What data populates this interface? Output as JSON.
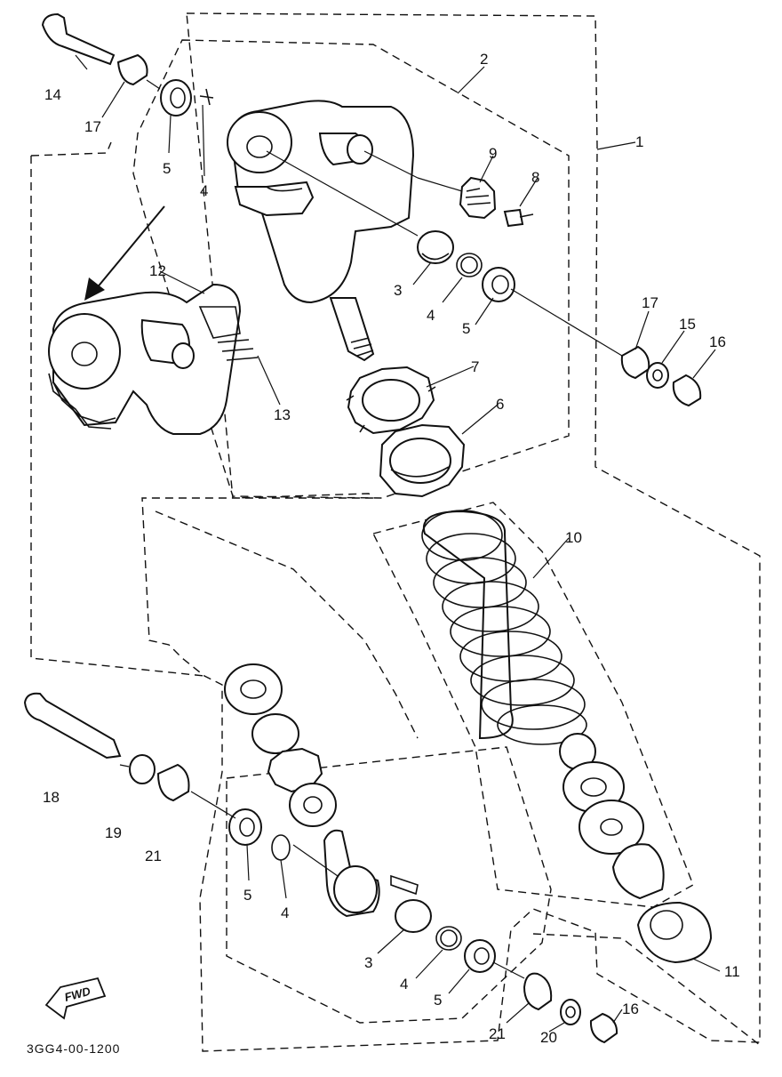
{
  "diagram": {
    "drawing_code": "3GG4-00-1200",
    "fwd_label": "FWD",
    "callouts": [
      {
        "id": "c1",
        "label": "1"
      },
      {
        "id": "c2",
        "label": "2"
      },
      {
        "id": "c3a",
        "label": "3"
      },
      {
        "id": "c3b",
        "label": "3"
      },
      {
        "id": "c4a",
        "label": "4"
      },
      {
        "id": "c4b",
        "label": "4"
      },
      {
        "id": "c4c",
        "label": "4"
      },
      {
        "id": "c4d",
        "label": "4"
      },
      {
        "id": "c5a",
        "label": "5"
      },
      {
        "id": "c5b",
        "label": "5"
      },
      {
        "id": "c5c",
        "label": "5"
      },
      {
        "id": "c5d",
        "label": "5"
      },
      {
        "id": "c6",
        "label": "6"
      },
      {
        "id": "c7",
        "label": "7"
      },
      {
        "id": "c8",
        "label": "8"
      },
      {
        "id": "c9",
        "label": "9"
      },
      {
        "id": "c10",
        "label": "10"
      },
      {
        "id": "c11",
        "label": "11"
      },
      {
        "id": "c12",
        "label": "12"
      },
      {
        "id": "c13",
        "label": "13"
      },
      {
        "id": "c14",
        "label": "14"
      },
      {
        "id": "c15",
        "label": "15"
      },
      {
        "id": "c16a",
        "label": "16"
      },
      {
        "id": "c16b",
        "label": "16"
      },
      {
        "id": "c17a",
        "label": "17"
      },
      {
        "id": "c17b",
        "label": "17"
      },
      {
        "id": "c18",
        "label": "18"
      },
      {
        "id": "c19",
        "label": "19"
      },
      {
        "id": "c20",
        "label": "20"
      },
      {
        "id": "c21a",
        "label": "21"
      },
      {
        "id": "c21b",
        "label": "21"
      }
    ]
  }
}
